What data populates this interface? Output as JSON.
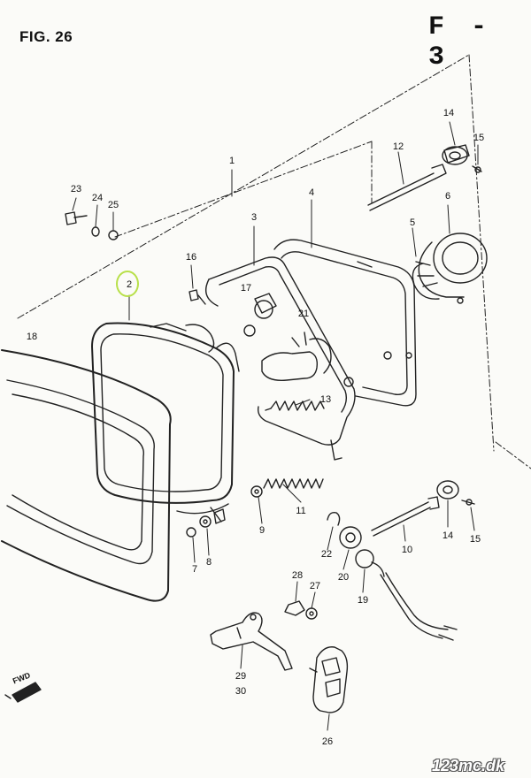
{
  "figure": {
    "title": "FIG. 26",
    "page_code": "F - 3"
  },
  "watermark": "123mc.dk",
  "direction_label": "FWD",
  "highlighted_part": "2",
  "callouts": {
    "p1": "1",
    "p2": "2",
    "p3": "3",
    "p4": "4",
    "p5": "5",
    "p6": "6",
    "p7": "7",
    "p8": "8",
    "p9": "9",
    "p10": "10",
    "p11": "11",
    "p12": "12",
    "p13": "13",
    "p14a": "14",
    "p14b": "14",
    "p15a": "15",
    "p15b": "15",
    "p16": "16",
    "p17": "17",
    "p18": "18",
    "p19": "19",
    "p20": "20",
    "p21": "21",
    "p22": "22",
    "p23": "23",
    "p24": "24",
    "p25": "25",
    "p26": "26",
    "p27": "27",
    "p28": "28",
    "p29": "29",
    "p30": "30"
  }
}
